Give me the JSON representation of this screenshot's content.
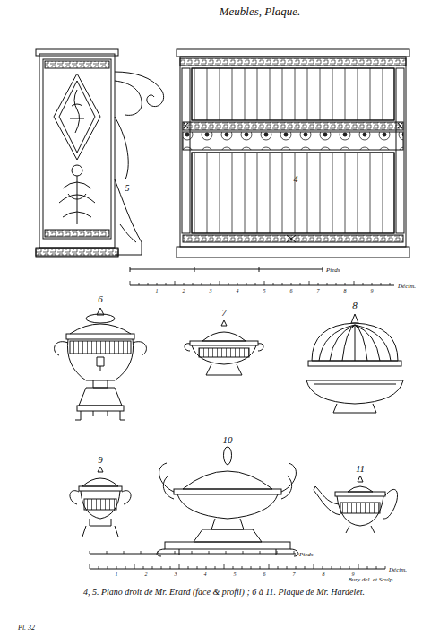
{
  "diagram": {
    "title": "Meubles, Plaque.",
    "caption": "4, 5. Piano droit de Mr. Erard (face & profil) ; 6 à 11. Plaque de Mr. Hardelet.",
    "labels": [
      "5",
      "4",
      "6",
      "7",
      "8",
      "9",
      "10",
      "11",
      "Pieds",
      "Décim.",
      "Pieds",
      "Décim.",
      "Bury del. et Sculp.",
      "Pl. 32",
      "1",
      "2",
      "3",
      "4",
      "5",
      "6",
      "7",
      "8",
      "9",
      "1",
      "2",
      "3",
      "4",
      "5",
      "6",
      "7",
      "8",
      "9"
    ]
  }
}
